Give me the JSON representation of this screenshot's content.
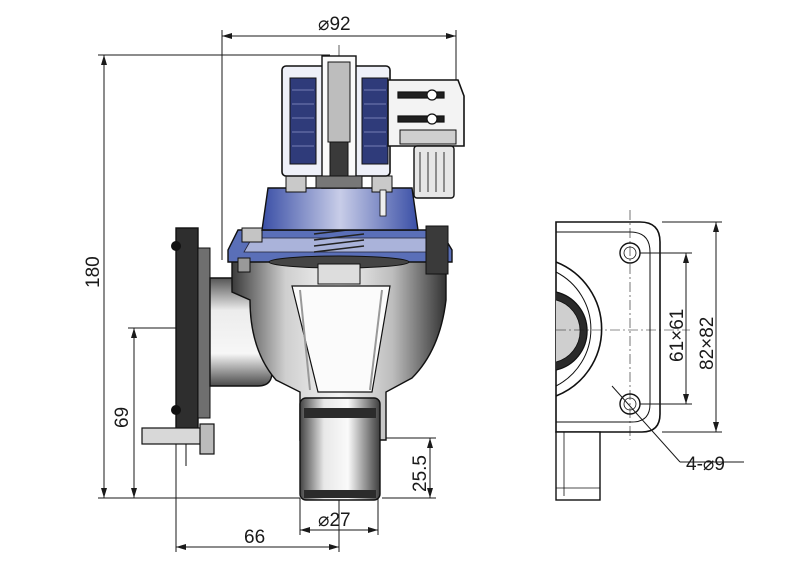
{
  "dimensions": {
    "width_top": "⌀92",
    "height_total": "180",
    "height_inlet": "69",
    "outlet_len": "25.5",
    "outlet_dia": "⌀27",
    "offset": "66",
    "flange_inner": "61×61",
    "flange_outer": "82×82",
    "holes": "4-⌀9"
  },
  "icons": {
    "valve": "pulse-valve-side-section-icon",
    "flange": "square-flange-end-view-icon"
  },
  "colors": {
    "line": "#1a1a1a",
    "metal_dark": "#2b2b2b",
    "metal_mid": "#8a8a8a",
    "metal_light": "#d9d9d9",
    "blue_accent": "#3a4fa6"
  }
}
